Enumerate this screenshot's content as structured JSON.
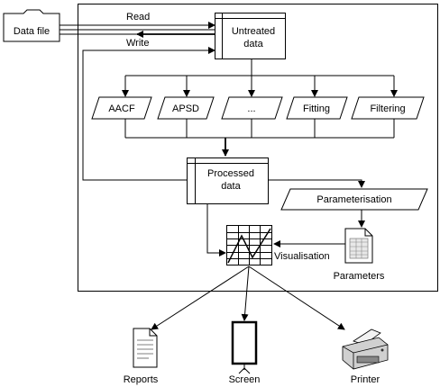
{
  "diagram": {
    "data_file": "Data file",
    "read_label": "Read",
    "write_label": "Write",
    "untreated": [
      "Untreated",
      "data"
    ],
    "processes": [
      "AACF",
      "APSD",
      "...",
      "Fitting",
      "Filtering"
    ],
    "processed": [
      "Processed",
      "data"
    ],
    "parameterisation": "Parameterisation",
    "parameters": "Parameters",
    "visualisation": "Visualisation",
    "outputs": [
      "Reports",
      "Screen",
      "Printer"
    ]
  }
}
